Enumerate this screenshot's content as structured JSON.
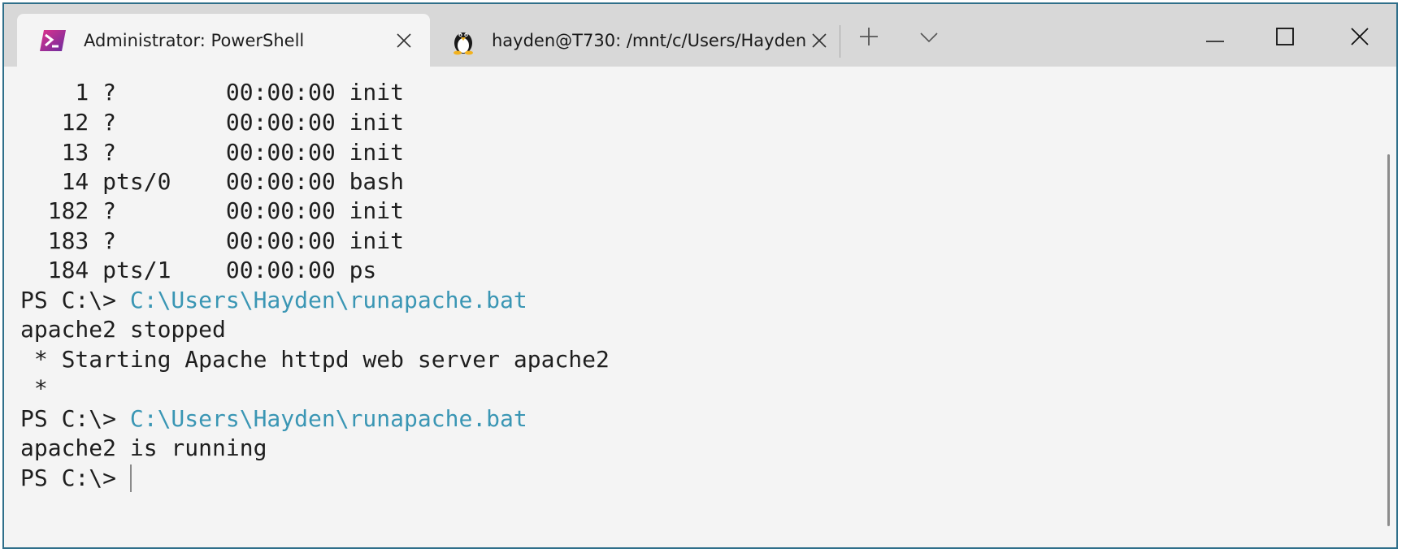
{
  "window": {
    "tabs": [
      {
        "title": "Administrator: PowerShell",
        "icon": "powershell-icon",
        "active": true
      },
      {
        "title": "hayden@T730: /mnt/c/Users/Hayden",
        "icon": "linux-tux-icon",
        "active": false
      }
    ],
    "new_tab_icon": "plus-icon",
    "dropdown_icon": "chevron-down-icon",
    "controls": [
      "minimize-icon",
      "maximize-icon",
      "close-icon"
    ]
  },
  "terminal": {
    "process_lines": [
      "    1 ?        00:00:00 init",
      "   12 ?        00:00:00 init",
      "   13 ?        00:00:00 init",
      "   14 pts/0    00:00:00 bash",
      "  182 ?        00:00:00 init",
      "  183 ?        00:00:00 init",
      "  184 pts/1    00:00:00 ps"
    ],
    "prompt": "PS C:\\> ",
    "command1": "C:\\Users\\Hayden\\runapache.bat",
    "output1": [
      "apache2 stopped",
      " * Starting Apache httpd web server apache2",
      " *"
    ],
    "command2": "C:\\Users\\Hayden\\runapache.bat",
    "output2": [
      "apache2 is running"
    ]
  },
  "colors": {
    "command": "#3a96b4",
    "text": "#1e1e1e",
    "background": "#f4f4f4",
    "titlebar": "#d8d8d8"
  }
}
